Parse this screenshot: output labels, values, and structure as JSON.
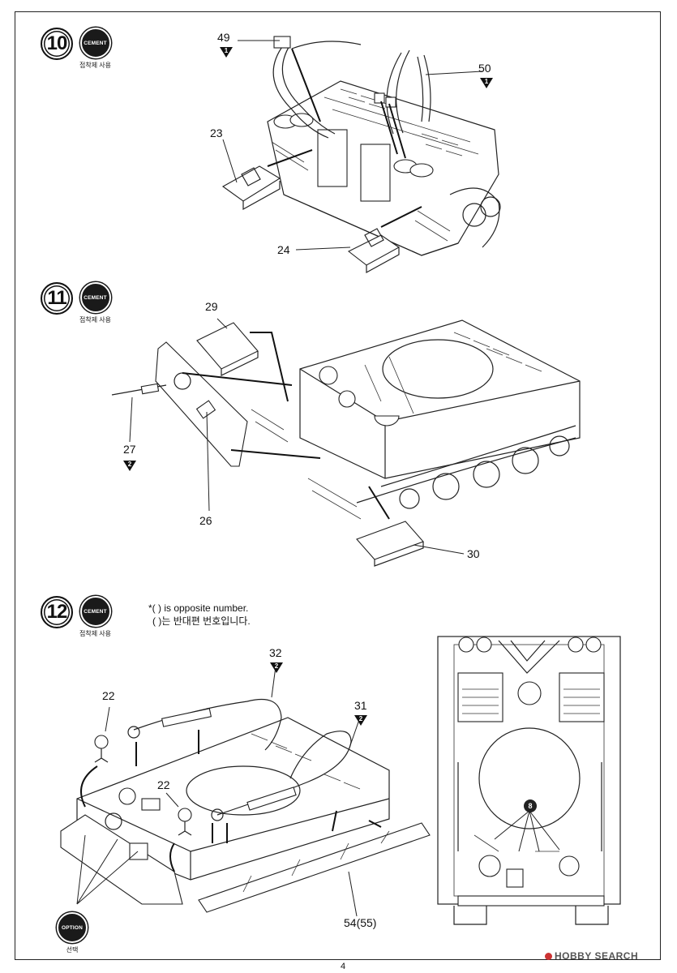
{
  "steps": [
    {
      "number": "10",
      "badge": "CEMENT",
      "badge_sub": "접착제 사용"
    },
    {
      "number": "11",
      "badge": "CEMENT",
      "badge_sub": "접착제 사용"
    },
    {
      "number": "12",
      "badge": "CEMENT",
      "badge_sub": "접착제 사용"
    }
  ],
  "parts": {
    "p49": "49",
    "p50": "50",
    "p23": "23",
    "p24": "24",
    "p29": "29",
    "p27": "27",
    "p26": "26",
    "p30": "30",
    "p32": "32",
    "p22a": "22",
    "p31": "31",
    "p22b": "22",
    "p54": "54(55)"
  },
  "sprue_refs": {
    "r49": "1",
    "r50": "1",
    "r27": "2",
    "r32": "2",
    "r31": "2",
    "r8": "8"
  },
  "note": {
    "en": "*(   ) is opposite number.",
    "ko": "(   )는 반대편 번호입니다."
  },
  "option": {
    "badge": "OPTION",
    "sub": "선택"
  },
  "footer": {
    "page": "4",
    "watermark": "HOBBY SEARCH"
  }
}
